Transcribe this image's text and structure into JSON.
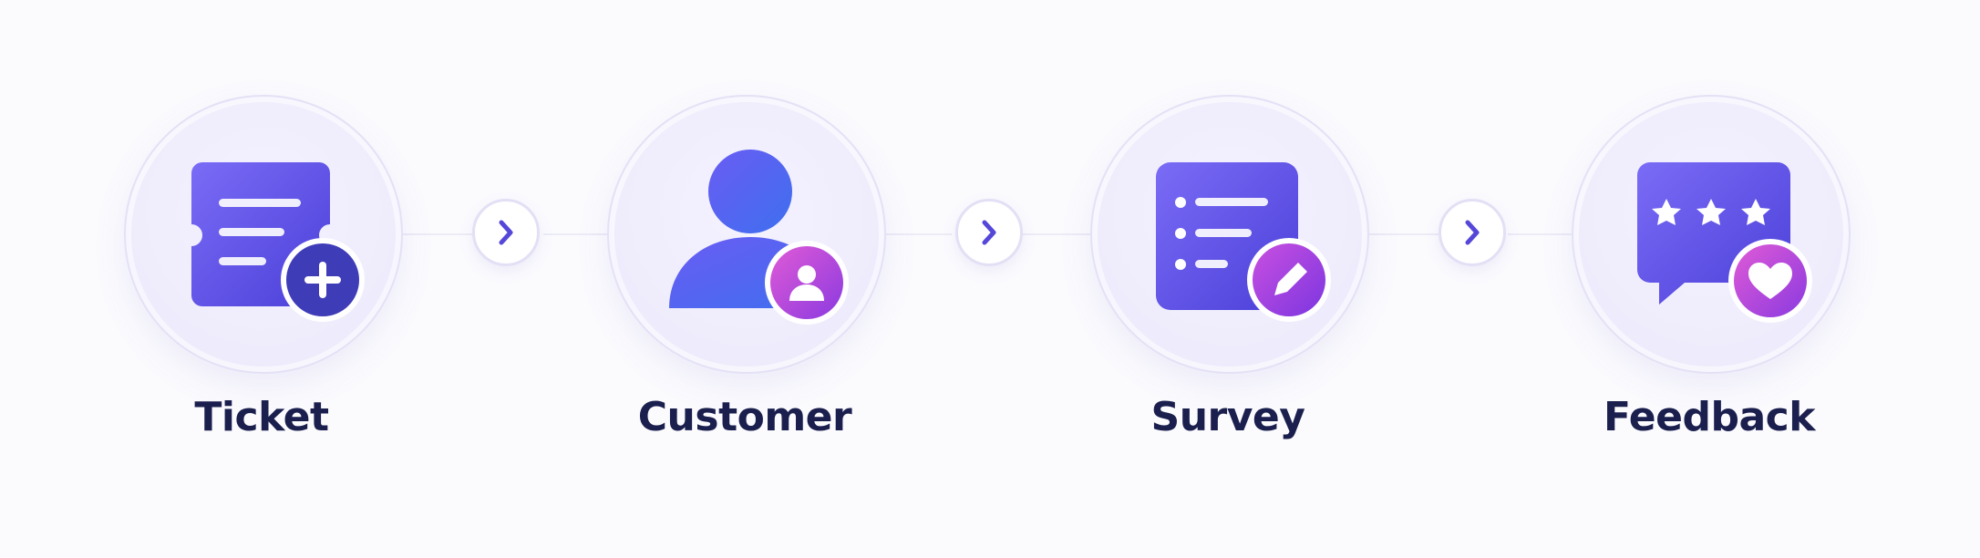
{
  "steps": [
    {
      "label": "Ticket",
      "icon": "ticket-plus-icon"
    },
    {
      "label": "Customer",
      "icon": "customer-user-icon"
    },
    {
      "label": "Survey",
      "icon": "survey-edit-icon"
    },
    {
      "label": "Feedback",
      "icon": "feedback-heart-icon"
    }
  ],
  "connectors": [
    {
      "icon": "chevron-right-icon"
    },
    {
      "icon": "chevron-right-icon"
    },
    {
      "icon": "chevron-right-icon"
    }
  ],
  "colors": {
    "label": "#1b1f4e",
    "primary_start": "#7b6cf6",
    "primary_end": "#4a3fd8",
    "badge_dark": "#3f3cb8",
    "badge_magenta_start": "#e05ad6",
    "badge_magenta_end": "#8a3ae0",
    "arrow": "#5548d9"
  }
}
